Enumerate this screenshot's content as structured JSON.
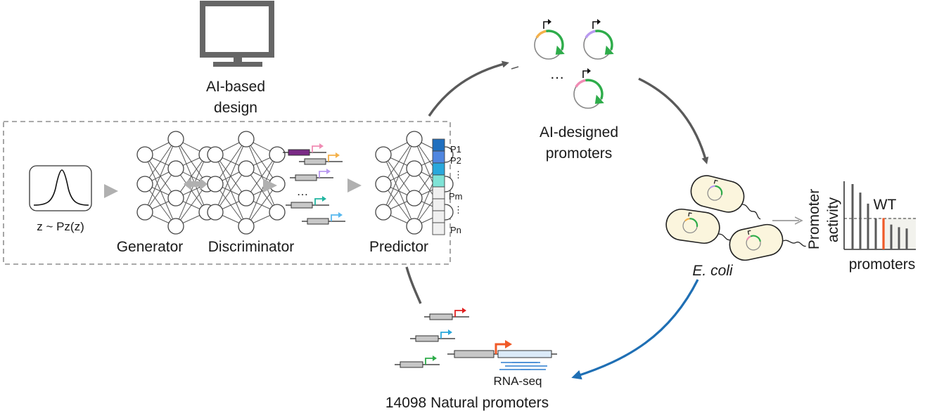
{
  "design": {
    "line1": "AI-based",
    "line2": "design"
  },
  "gan": {
    "distribution_label": "z ~ Pz(z)",
    "generator_label": "Generator",
    "discriminator_label": "Discriminator",
    "predictor_label": "Predictor",
    "ellipsis": "…",
    "ranking": [
      "P1",
      "P2",
      "⋮",
      "Pm",
      "⋮",
      "Pn"
    ],
    "ranking_colors": [
      "#1f6fbf",
      "#4f86e0",
      "#29a8dc",
      "#7fe3d6",
      "#f0f0f0",
      "#f0f0f0",
      "#f0f0f0",
      "#f0f0f0"
    ]
  },
  "designed": {
    "line1": "AI-designed",
    "line2": "promoters",
    "ellipsis": "…",
    "plasmid_promoter_colors": [
      "#f4b14a",
      "#b99af0",
      "#f08cb4"
    ]
  },
  "host": {
    "label": "E. coli"
  },
  "activity_chart": {
    "ylabel_line1": "Promoter",
    "ylabel_line2": "activity",
    "xlabel": "promoters",
    "wt_label": "WT"
  },
  "natural": {
    "rnaseq_label": "RNA-seq",
    "title": "14098 Natural promoters"
  },
  "colors": {
    "arrow_gray": "#5a5a5a",
    "arrow_blue": "#1f6fb4",
    "gene_green": "#2eac4a",
    "wt_red": "#f05a28"
  }
}
